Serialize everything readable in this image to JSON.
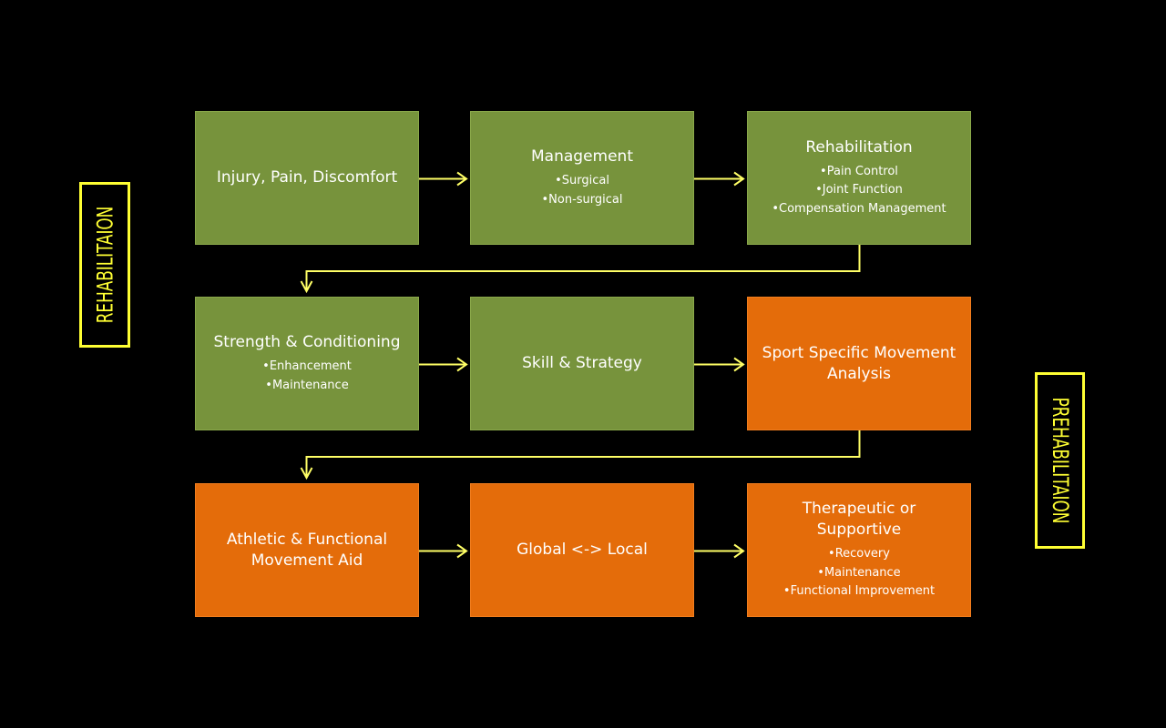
{
  "colors": {
    "background": "#000000",
    "rehab_box": "#77933C",
    "prehab_box": "#E46C0A",
    "connector": "#FFFF66",
    "side_label": "#FFFF33",
    "text": "#FFFFFF"
  },
  "side_labels": {
    "left": "REHABILITAION",
    "right": "PREHABILITAION"
  },
  "boxes": [
    {
      "title": "Injury, Pain, Discomfort",
      "bullets": [],
      "phase": "rehab"
    },
    {
      "title": "Management",
      "bullets": [
        "Surgical",
        "Non-surgical"
      ],
      "phase": "rehab"
    },
    {
      "title": "Rehabilitation",
      "bullets": [
        "Pain Control",
        "Joint Function",
        "Compensation Management"
      ],
      "phase": "rehab"
    },
    {
      "title": "Strength & Conditioning",
      "bullets": [
        "Enhancement",
        "Maintenance"
      ],
      "phase": "rehab"
    },
    {
      "title": "Skill & Strategy",
      "bullets": [],
      "phase": "rehab"
    },
    {
      "title": "Sport Specific Movement Analysis",
      "bullets": [],
      "phase": "prehab"
    },
    {
      "title": "Athletic & Functional Movement Aid",
      "bullets": [],
      "phase": "prehab"
    },
    {
      "title": "Global <-> Local",
      "bullets": [],
      "phase": "prehab"
    },
    {
      "title": "Therapeutic or Supportive",
      "bullets": [
        "Recovery",
        "Maintenance",
        "Functional Improvement"
      ],
      "phase": "prehab"
    }
  ],
  "flow": [
    [
      0,
      1
    ],
    [
      1,
      2
    ],
    [
      2,
      3
    ],
    [
      3,
      4
    ],
    [
      4,
      5
    ],
    [
      5,
      6
    ],
    [
      6,
      7
    ],
    [
      7,
      8
    ]
  ]
}
